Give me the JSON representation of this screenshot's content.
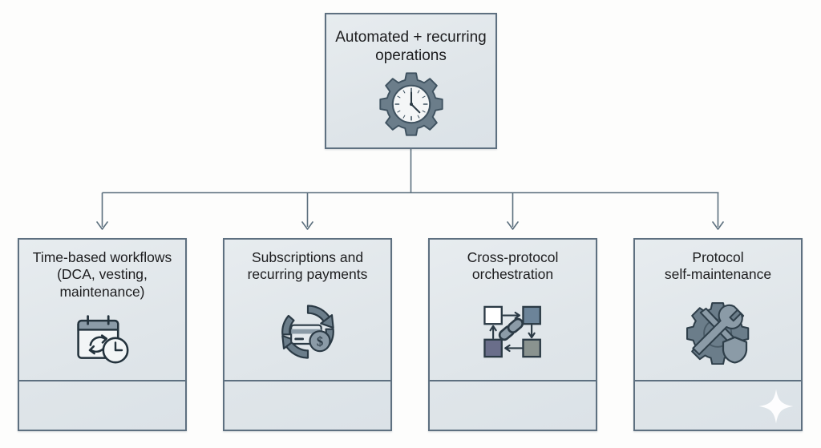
{
  "diagram": {
    "type": "hierarchy-tree",
    "background_color": "#fdfdfc",
    "box_fill_color": "#e3e8ec",
    "box_border_color": "#5e7080",
    "text_color": "#1d1d1f",
    "icon_fill_color": "#6b7d8a",
    "icon_stroke_color": "#27343d",
    "root": {
      "title": "Automated + recurring\noperations",
      "icon": "gear-clock-icon"
    },
    "children": [
      {
        "title": "Time-based workflows\n(DCA, vesting,\nmaintenance)",
        "icon": "calendar-recurring-clock-icon",
        "footer": ""
      },
      {
        "title": "Subscriptions and\nrecurring payments",
        "icon": "recurring-payment-card-icon",
        "footer": ""
      },
      {
        "title": "Cross-protocol\norchestration",
        "icon": "chained-nodes-cycle-icon",
        "footer": ""
      },
      {
        "title": "Protocol\nself-maintenance",
        "icon": "gear-tools-shield-icon",
        "footer": ""
      }
    ],
    "connector": {
      "style": "orthogonal-bus-with-arrowheads",
      "color": "#5b6f7d",
      "arrow_count": 4
    },
    "watermark": {
      "icon": "sparkle-icon",
      "color": "#ffffff",
      "position": "card-4-bottom-right"
    }
  }
}
